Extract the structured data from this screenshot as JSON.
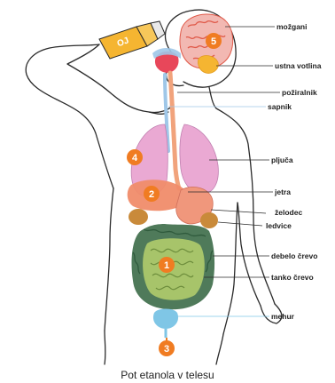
{
  "labels": {
    "mozgani": "možgani",
    "ustna_votlina": "ustna votlina",
    "poziralnik": "požiralnik",
    "sapnik": "sapnik",
    "pljuca": "pljuča",
    "jetra": "jetra",
    "zelodec": "želodec",
    "ledvice": "ledvice",
    "debelo_crevo": "debelo črevo",
    "tanko_crevo": "tanko črevo",
    "mehur": "mehur"
  },
  "step_numbers": [
    "1",
    "2",
    "3",
    "4",
    "5"
  ],
  "bottle_label": "OJ",
  "caption": "Pot etanola v telesu",
  "colors": {
    "outline": "#2b2b2b",
    "brain": "#f2b8b2",
    "brain_folds": "#e05a4a",
    "mouth": "#e8475a",
    "esophagus": "#f1a37c",
    "trachea": "#9fc7e8",
    "lungs": "#eaa9d3",
    "liver": "#f08c6a",
    "stomach": "#f0977c",
    "kidney": "#c98a3a",
    "large_intestine": "#4f7a5a",
    "small_intestine": "#a7c46a",
    "bladder": "#7fc6e6",
    "step_circle": "#f07c22",
    "bottle": "#f5b531"
  }
}
